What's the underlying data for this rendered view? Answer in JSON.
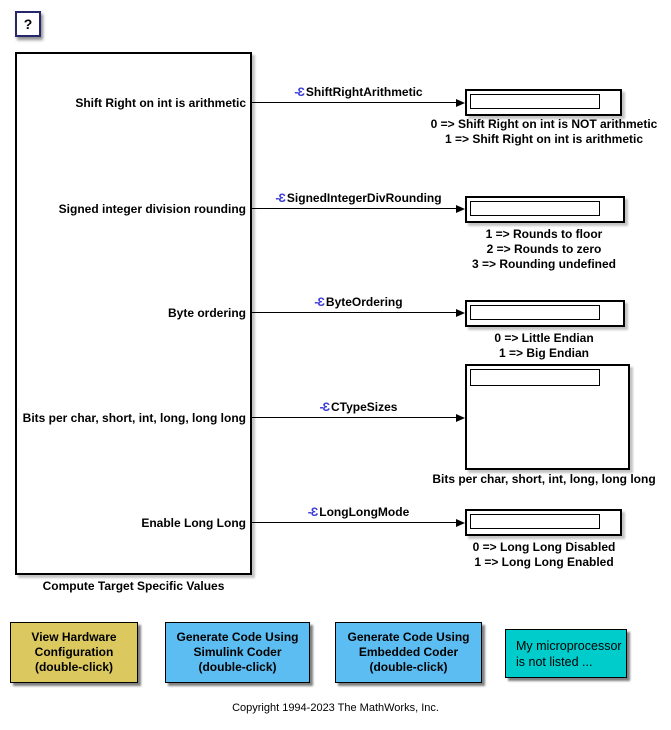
{
  "help_button": {
    "label": "?"
  },
  "icons": {
    "logged_signal_glyph": "-Ɛ",
    "arrowhead": "filled-right-triangle"
  },
  "subsystem": {
    "name": "Compute Target Specific Values"
  },
  "rows": [
    {
      "port_label": "Shift Right on int is arithmetic",
      "signal_name": "ShiftRightArithmetic",
      "annotation_line1": "0 => Shift Right on int is NOT arithmetic",
      "annotation_line2": "1 => Shift Right on int is arithmetic"
    },
    {
      "port_label": "Signed integer division rounding",
      "signal_name": "SignedIntegerDivRounding",
      "annotation_line1": "1 => Rounds to floor",
      "annotation_line2": "2 => Rounds to zero",
      "annotation_line3": "3 => Rounding undefined"
    },
    {
      "port_label": "Byte ordering",
      "signal_name": "ByteOrdering",
      "annotation_line1": "0 => Little Endian",
      "annotation_line2": "1 => Big Endian"
    },
    {
      "port_label": "Bits per char, short, int, long, long long",
      "signal_name": "CTypeSizes",
      "annotation_line1": "Bits per char, short, int, long, long long"
    },
    {
      "port_label": "Enable Long Long",
      "signal_name": "LongLongMode",
      "annotation_line1": "0 => Long Long Disabled",
      "annotation_line2": "1 => Long Long Enabled"
    }
  ],
  "buttons": [
    {
      "line1": "View Hardware",
      "line2": "Configuration",
      "line3": "(double-click)",
      "color": "#DBC85F"
    },
    {
      "line1": "Generate Code Using",
      "line2": "Simulink Coder",
      "line3": "(double-click)",
      "color": "#5CBDF2"
    },
    {
      "line1": "Generate Code Using",
      "line2": "Embedded Coder",
      "line3": "(double-click)",
      "color": "#5CBDF2"
    },
    {
      "line1": "My microprocessor",
      "line2": "is not listed ...",
      "color": "#00CCCC"
    }
  ],
  "footer": {
    "copyright": "Copyright 1994-2023 The MathWorks, Inc."
  }
}
